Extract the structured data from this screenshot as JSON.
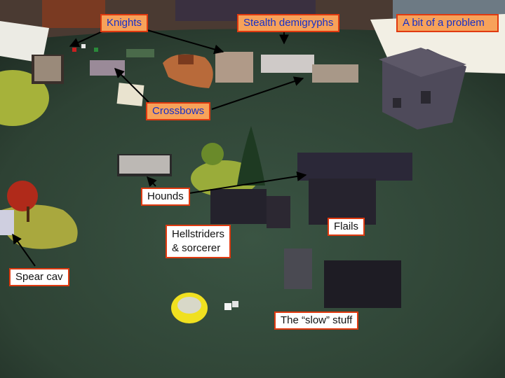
{
  "labels": {
    "knights": "Knights",
    "stealth": "Stealth demigryphs",
    "problem": "A bit of a problem",
    "crossbows": "Crossbows",
    "hounds": "Hounds",
    "flails": "Flails",
    "hellstriders_1": "Hellstriders",
    "hellstriders_2": "& sorcerer",
    "spear_cav": "Spear cav",
    "slow": "The “slow” stuff"
  },
  "colors": {
    "felt": "#2f4536",
    "label_fill": "#f7a25a",
    "label_border": "#e03a10",
    "label_text_blue": "#1530c8",
    "arrow": "#000000"
  }
}
